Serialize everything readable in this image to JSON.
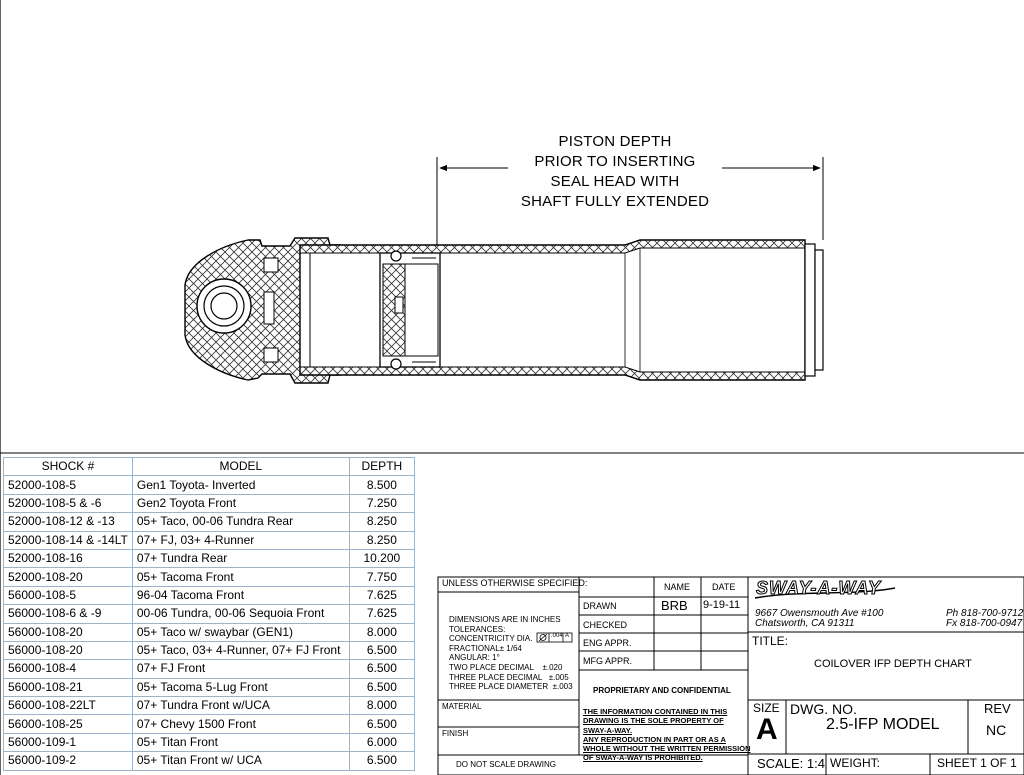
{
  "annotation": {
    "lines": [
      "PISTON DEPTH",
      "PRIOR TO INSERTING",
      "SEAL HEAD WITH",
      "SHAFT FULLY EXTENDED"
    ]
  },
  "table": {
    "headers": [
      "SHOCK #",
      "MODEL",
      "DEPTH"
    ],
    "rows": [
      [
        "52000-108-5",
        "Gen1 Toyota- Inverted",
        "8.500"
      ],
      [
        "52000-108-5 & -6",
        "Gen2 Toyota Front",
        "7.250"
      ],
      [
        "52000-108-12 & -13",
        "05+ Taco, 00-06 Tundra Rear",
        "8.250"
      ],
      [
        "52000-108-14 & -14LT",
        "07+ FJ, 03+ 4-Runner",
        "8.250"
      ],
      [
        "52000-108-16",
        "07+ Tundra Rear",
        "10.200"
      ],
      [
        "52000-108-20",
        "05+ Tacoma Front",
        "7.750"
      ],
      [
        "56000-108-5",
        "96-04 Tacoma Front",
        "7.625"
      ],
      [
        "56000-108-6 & -9",
        "00-06 Tundra, 00-06 Sequoia Front",
        "7.625"
      ],
      [
        "56000-108-20",
        "05+ Taco w/ swaybar (GEN1)",
        "8.000"
      ],
      [
        "56000-108-20",
        "05+ Taco, 03+ 4-Runner, 07+ FJ Front",
        "6.500"
      ],
      [
        "56000-108-4",
        "07+ FJ Front",
        "6.500"
      ],
      [
        "56000-108-21",
        "05+ Tacoma 5-Lug Front",
        "6.500"
      ],
      [
        "56000-108-22LT",
        "07+ Tundra Front w/UCA",
        "8.000"
      ],
      [
        "56000-108-25",
        "07+ Chevy 1500 Front",
        "6.500"
      ],
      [
        "56000-109-1",
        "05+ Titan Front",
        "6.000"
      ],
      [
        "56000-109-2",
        "05+ Titan Front w/ UCA",
        "6.500"
      ]
    ]
  },
  "title_block": {
    "unless": "UNLESS OTHERWISE SPECIFIED:",
    "name_header": "NAME",
    "date_header": "DATE",
    "drawn_label": "DRAWN",
    "drawn_name": "BRB",
    "drawn_date": "9-19-11",
    "checked_label": "CHECKED",
    "eng_label": "ENG APPR.",
    "mfg_label": "MFG APPR.",
    "tolerances": [
      "DIMENSIONS ARE IN INCHES",
      "TOLERANCES:",
      "CONCENTRICITY DIA.",
      "FRACTIONAL± 1/64",
      "ANGULAR: 1°",
      "TWO PLACE DECIMAL    ±.020",
      "THREE PLACE DECIMAL   ±.005",
      "THREE PLACE DIAMETER  ±.003"
    ],
    "concentricity_value": ".004",
    "concentricity_datum": "A",
    "material_label": "MATERIAL",
    "finish_label": "FINISH",
    "do_not_scale": "DO NOT SCALE DRAWING",
    "proprietary_title": "PROPRIETARY AND CONFIDENTIAL",
    "proprietary_text": [
      "THE INFORMATION CONTAINED IN THIS",
      "DRAWING IS THE SOLE PROPERTY OF",
      "SWAY-A-WAY.",
      "ANY REPRODUCTION IN PART OR AS A",
      "WHOLE WITHOUT THE WRITTEN PERMISSION",
      "OF SWAY-A-WAY IS PROHIBITED."
    ],
    "logo": "SWAY-A-WAY",
    "address1": "9667 Owensmouth Ave #100",
    "address2": "Chatsworth, CA  91311",
    "phone": "Ph 818-700-9712",
    "fax": "Fx 818-700-0947",
    "title_label": "TITLE:",
    "title_value": "COILOVER IFP DEPTH CHART",
    "size_label": "SIZE",
    "size_value": "A",
    "dwg_label": "DWG.  NO.",
    "dwg_value": "2.5-IFP MODEL",
    "rev_label": "REV",
    "rev_value": "NC",
    "scale": "SCALE: 1:4",
    "weight": "WEIGHT:",
    "sheet": "SHEET 1 OF 1"
  }
}
